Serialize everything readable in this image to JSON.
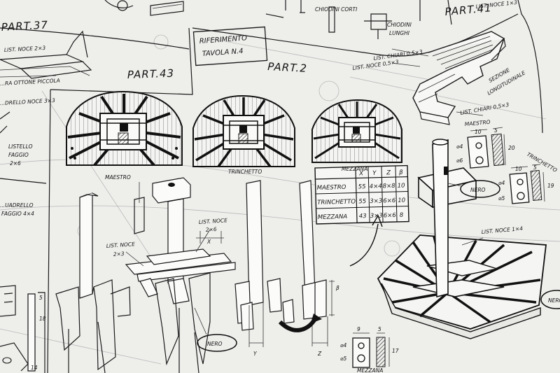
{
  "labels": {
    "part37": "PART.37",
    "part43": "PART.43",
    "part2": "PART.2",
    "part41": "PART.41",
    "riferimento_1": "RIFERIMENTO",
    "riferimento_2": "TAVOLA N.4",
    "chiodini_corti": "CHIODINI CORTI",
    "chiodini_lunghi_1": "CHIODINI",
    "chiodini_lunghi_2": "LUNGHI",
    "list_noce_top_right": "LIST. NOCE 1×3",
    "list_noce_2x3_top": "LIST. NOCE 2×3",
    "ottone": "...RA OTTONE PICCOLA",
    "quadrello_3x3": "...DRELLO NOCE 3×3",
    "list_chiari_05x3_a": "LIST. CHIARI 0,5×3",
    "list_noce_05x3": "LIST. NOCE 0,5×3",
    "list_chiari_05x3_b": "LIST. CHIARI 0,5×3",
    "sezione_1": "SEZIONE",
    "sezione_2": "LONGITUDINALE",
    "listello_1": "LISTELLO",
    "listello_2": "FAGGIO",
    "listello_3": "2×6",
    "quadrello_4x4_1": "...UADRELLO",
    "quadrello_4x4_2": "FAGGIO 4×4",
    "maestro": "MAESTRO",
    "trinchetto": "TRINCHETTO",
    "mezzana": "MEZZANA",
    "list_noce_2x6_1": "LIST. NOCE",
    "list_noce_2x6_2": "2×6",
    "list_noce_2x3_1": "LIST. NOCE",
    "list_noce_2x3_2": "2×3",
    "x_mark": "X",
    "y_mark": "Y",
    "z_mark": "Z",
    "beta_mark": "β",
    "nero_1": "NERO",
    "nero_2": "NERO",
    "nero_3": "NERO",
    "list_noce_1x4": "LIST. NOCE 1×4",
    "maestro_detail": "MAESTRO",
    "trinchetto_detail": "TRINCHETTO",
    "mezzana_detail": "MEZZANA",
    "phi4_a": "⌀4",
    "phi6_a": "⌀6",
    "phi4_b": "⌀4",
    "phi5_b": "⌀5",
    "phi4_c": "⌀4",
    "phi5_c": "⌀5",
    "dim_10_a": "10",
    "dim_5_a": "5",
    "dim_20_a": "20",
    "dim_10_b": "10",
    "dim_5_b": "5",
    "dim_19_b": "19",
    "dim_9_c": "9",
    "dim_5_c": "5",
    "dim_17_c": "17",
    "dim_5_left": "5",
    "dim_18_left": "18",
    "dim_14_left": "14"
  },
  "table": {
    "headers": [
      "",
      "X",
      "Y",
      "Z",
      "β"
    ],
    "rows": [
      [
        "MAESTRO",
        "55",
        "4×4",
        "8×8",
        "10"
      ],
      [
        "TRINCHETTO",
        "55",
        "3×3",
        "6×6",
        "10"
      ],
      [
        "MEZZANA",
        "43",
        "3×3",
        "6×6",
        "8"
      ]
    ]
  }
}
